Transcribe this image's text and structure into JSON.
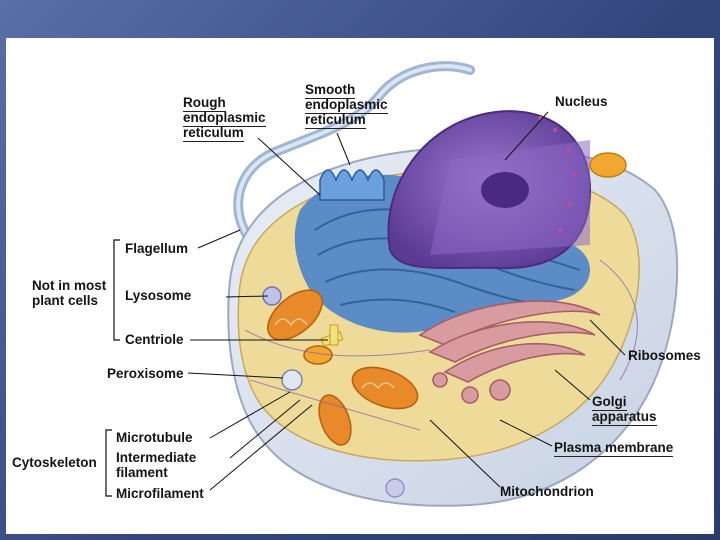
{
  "labels": {
    "rough_er": "Rough\nendoplasmic\nreticulum",
    "smooth_er": "Smooth\nendoplasmic\nreticulum",
    "nucleus": "Nucleus",
    "flagellum": "Flagellum",
    "not_in_most_plant_cells": "Not in most\nplant cells",
    "lysosome": "Lysosome",
    "centriole": "Centriole",
    "peroxisome": "Peroxisome",
    "ribosomes": "Ribosomes",
    "golgi": "Golgi\napparatus",
    "cytoskeleton": "Cytoskeleton",
    "microtubule": "Microtubule",
    "intermediate_filament": "Intermediate\nfilament",
    "microfilament": "Microfilament",
    "plasma_membrane": "Plasma membrane",
    "mitochondrion": "Mitochondrion"
  },
  "colors": {
    "cytoplasm": "#f0e7b8",
    "membrane": "#dfe6ef",
    "er": "#4f86c9",
    "nucleus": "#7b52b0",
    "golgi": "#d89b9f",
    "mitochondrion": "#e88a2a"
  }
}
